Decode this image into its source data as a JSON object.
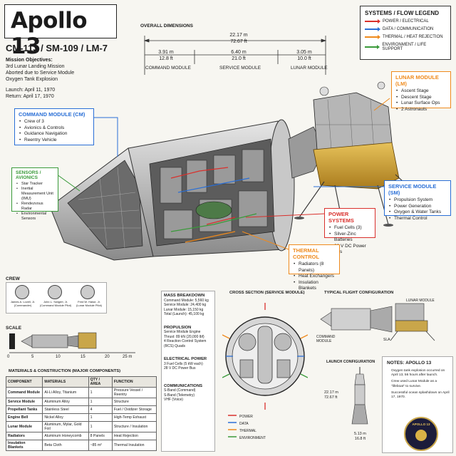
{
  "title": "Apollo 13",
  "subtitle": "CM-113 / SM-109 / LM-7",
  "mission": {
    "heading": "Mission Objectives:",
    "lines": [
      "3rd Lunar Landing Mission",
      "Aborted due to Service Module",
      "Oxygen Tank Explosion"
    ],
    "launch": "Launch:  April 11, 1970",
    "return": "Return:  April 17, 1970"
  },
  "dimensions": {
    "heading": "OVERALL DIMENSIONS",
    "total_m": "22.17 m",
    "total_ft": "72.67 ft",
    "cm_m": "3.91 m",
    "cm_ft": "12.8 ft",
    "cm_label": "COMMAND MODULE",
    "sm_m": "6.40 m",
    "sm_ft": "21.0 ft",
    "sm_label": "SERVICE MODULE",
    "lm_m": "3.05 m",
    "lm_ft": "10.0 ft",
    "lm_label": "LUNAR MODULE"
  },
  "legend": {
    "heading": "SYSTEMS / FLOW LEGEND",
    "items": [
      {
        "label": "POWER / ELECTRICAL",
        "color": "#d9302c"
      },
      {
        "label": "DATA / COMMUNICATION",
        "color": "#2a6fd6"
      },
      {
        "label": "THERMAL / HEAT REJECTION",
        "color": "#ef8a1c"
      },
      {
        "label": "ENVIRONMENT / LIFE SUPPORT",
        "color": "#3a9a3a"
      }
    ]
  },
  "callouts": {
    "lm": {
      "title": "LUNAR MODULE (LM)",
      "items": [
        "Ascent Stage",
        "Descent Stage",
        "Lunar Surface Ops",
        "2 Astronauts"
      ],
      "color": "#ef8a1c"
    },
    "cm": {
      "title": "COMMAND MODULE (CM)",
      "items": [
        "Crew of 3",
        "Avionics & Controls",
        "Guidance Navigation",
        "Reentry Vehicle"
      ],
      "color": "#2a6fd6"
    },
    "sensors": {
      "title": "SENSORS / AVIONICS",
      "items": [
        "Star Tracker",
        "Inertial Measurement Unit (IMU)",
        "Rendezvous Radar",
        "Environmental Sensors"
      ],
      "color": "#3a9a3a"
    },
    "sm": {
      "title": "SERVICE MODULE (SM)",
      "items": [
        "Propulsion System",
        "Power Generation",
        "Oxygen & Water Tanks",
        "Thermal Control"
      ],
      "color": "#2a6fd6"
    },
    "power": {
      "title": "POWER SYSTEMS",
      "items": [
        "Fuel Cells (3)",
        "Silver-Zinc Batteries",
        "28 V DC Power Bus"
      ],
      "color": "#d9302c"
    },
    "thermal": {
      "title": "THERMAL CONTROL",
      "items": [
        "Radiators (8 Panels)",
        "Heat Exchangers",
        "Insulation Blankets"
      ],
      "color": "#ef8a1c"
    }
  },
  "crew": {
    "heading": "CREW",
    "members": [
      {
        "name": "James A. Lovell, Jr.",
        "role": "(Commander)"
      },
      {
        "name": "John L. Swigert, Jr.",
        "role": "(Command Module Pilot)"
      },
      {
        "name": "Fred W. Haise, Jr.",
        "role": "(Lunar Module Pilot)"
      }
    ]
  },
  "scale": {
    "heading": "SCALE",
    "ticks": [
      "0",
      "5",
      "10",
      "15",
      "20",
      "25 m"
    ]
  },
  "materials": {
    "heading": "MATERIALS & CONSTRUCTION (MAJOR COMPONENTS)",
    "columns": [
      "COMPONENT",
      "MATERIALS",
      "QTY / AREA",
      "FUNCTION"
    ],
    "rows": [
      [
        "Command Module",
        "Al-Li Alloy, Titanium",
        "1",
        "Pressure Vessel / Reentry"
      ],
      [
        "Service Module",
        "Aluminum Alloy",
        "1",
        "Structure"
      ],
      [
        "Propellant Tanks",
        "Stainless Steel",
        "4",
        "Fuel / Oxidizer Storage"
      ],
      [
        "Engine Bell",
        "Nickel Alloy",
        "1",
        "High-Temp Exhaust"
      ],
      [
        "Lunar Module",
        "Aluminum, Mylar, Gold Foil",
        "1",
        "Structure / Insulation"
      ],
      [
        "Radiators",
        "Aluminum Honeycomb",
        "8 Panels",
        "Heat Rejection"
      ],
      [
        "Insulation Blankets",
        "Beta Cloth",
        "~85 m²",
        "Thermal Insulation"
      ]
    ]
  },
  "mass": {
    "heading": "MASS BREAKDOWN",
    "items": [
      "Command Module: 5,560 kg",
      "Service Module: 24,400 kg",
      "Lunar Module: 15,150 kg",
      "Total (Launch): 45,100 kg"
    ]
  },
  "propulsion": {
    "heading": "PROPULSION",
    "items": [
      "Service Module Engine Thrust: 89 kN (20,000 lbf)",
      "4 Reaction Control System (RCS) Quads"
    ]
  },
  "electrical": {
    "heading": "ELECTRICAL POWER",
    "items": [
      "3 Fuel Cells (5 kW each)",
      "28 V DC Power Bus"
    ]
  },
  "comms": {
    "heading": "COMMUNICATIONS",
    "items": [
      "S-Band (Command)",
      "S-Band (Telemetry)",
      "VHF (Voice)"
    ]
  },
  "cross_section": {
    "heading": "CROSS SECTION (SERVICE MODULE)",
    "legend": [
      "POWER",
      "DATA",
      "THERMAL",
      "ENVIRONMENT"
    ]
  },
  "flight_config": {
    "heading": "TYPICAL FLIGHT CONFIGURATION",
    "cm_label": "COMMAND MODULE",
    "lm_label": "LUNAR MODULE",
    "sla_label": "SLA"
  },
  "launch_config": {
    "heading": "LAUNCH CONFIGURATION",
    "h_m": "22.17 m",
    "h_ft": "72.67 ft",
    "w_m": "5.13 m",
    "w_ft": "16.8 ft"
  },
  "notes": {
    "heading": "NOTES:  APOLLO 13",
    "items": [
      "Oxygen tank explosion occurred on April 13, 56 hours after launch.",
      "Crew used Lunar Module as a \"lifeboat\" to survive.",
      "Successful ocean splashdown on April 17, 1970."
    ],
    "patch_text": "APOLLO 13"
  }
}
